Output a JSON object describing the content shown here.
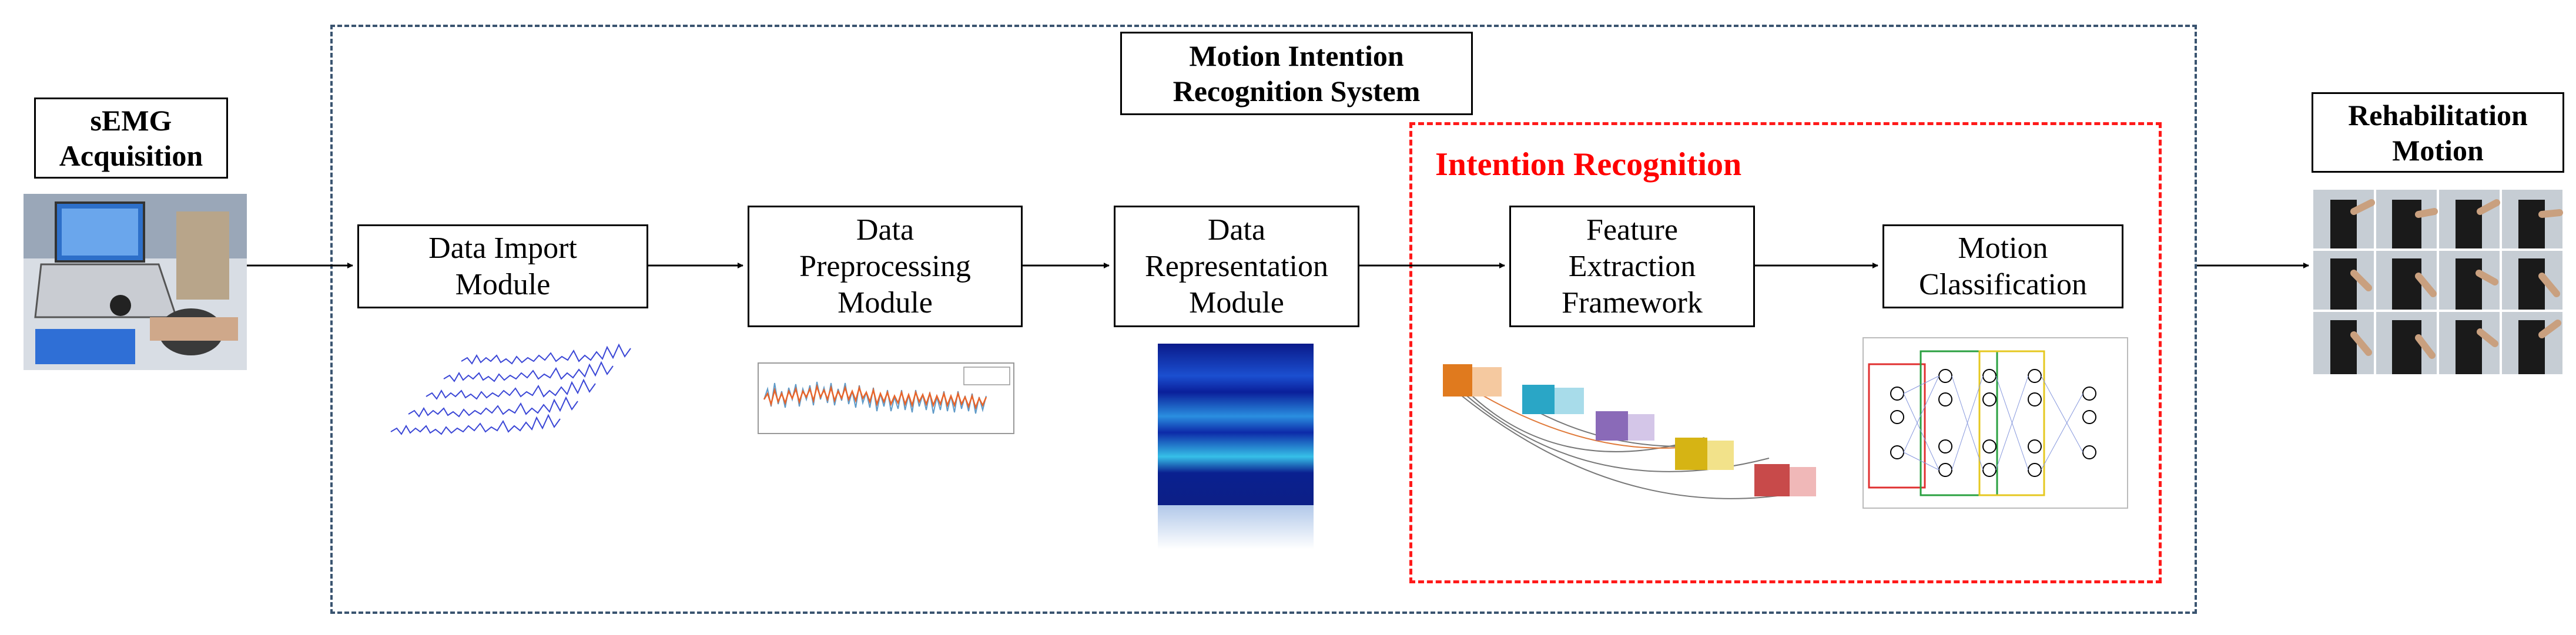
{
  "system": {
    "title": "Motion Intention\nRecognition System"
  },
  "input": {
    "title": "sEMG\nAcquisition"
  },
  "output": {
    "title": "Rehabilitation\nMotion"
  },
  "intention": {
    "title": "Intention Recognition"
  },
  "modules": {
    "import": "Data Import\nModule",
    "preprocessing": "Data\nPreprocessing\nModule",
    "representation": "Data\nRepresentation\nModule",
    "feature": "Feature\nExtraction\nFramework",
    "classification": "Motion\nClassification"
  },
  "colors": {
    "system_frame": "#3a5470",
    "intention_frame": "#ff1a1a",
    "intention_text": "#ff0000"
  }
}
